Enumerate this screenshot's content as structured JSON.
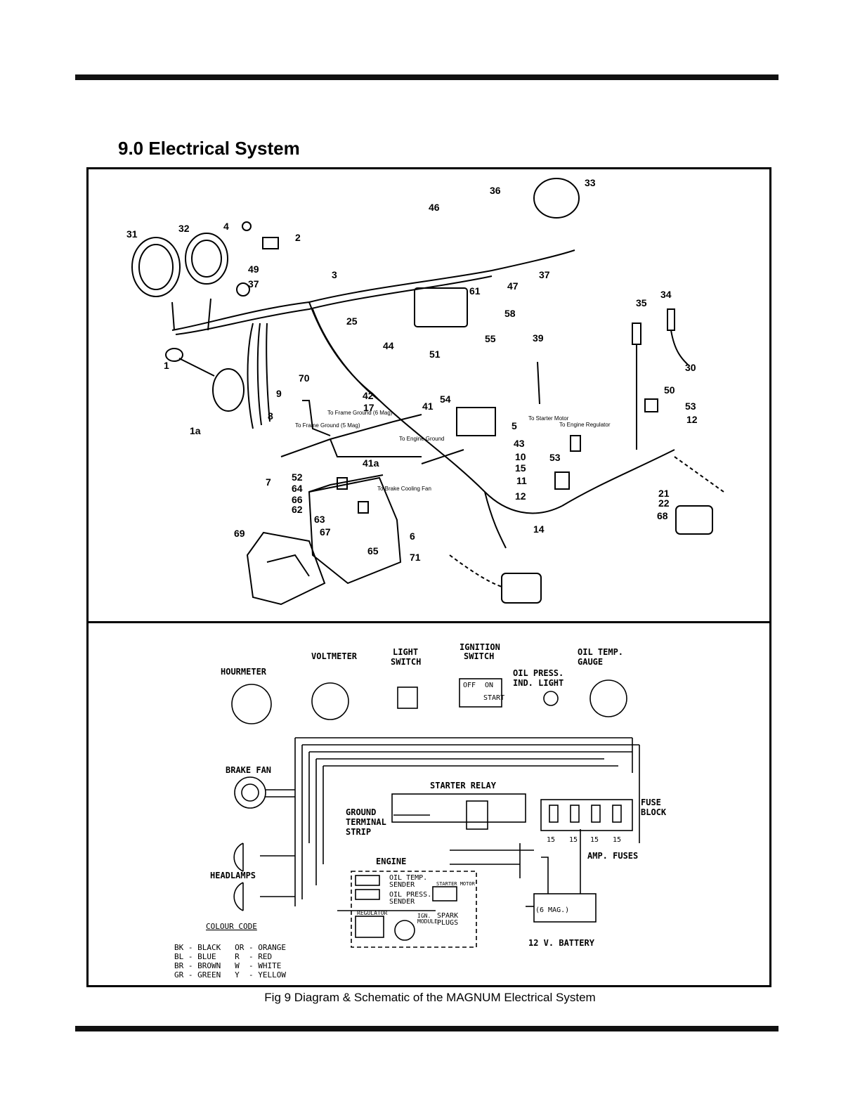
{
  "section_title": "9.0 Electrical System",
  "caption": "Fig 9 Diagram & Schematic of the MAGNUM Electrical System",
  "callouts": [
    "31",
    "32",
    "4",
    "2",
    "49",
    "37",
    "3",
    "46",
    "36",
    "33",
    "37",
    "47",
    "61",
    "58",
    "55",
    "25",
    "44",
    "51",
    "39",
    "35",
    "34",
    "30",
    "1",
    "1a",
    "70",
    "42",
    "17",
    "9",
    "8",
    "41",
    "54",
    "5",
    "43",
    "10",
    "15",
    "11",
    "53",
    "50",
    "53",
    "12",
    "7",
    "52",
    "64",
    "66",
    "62",
    "63",
    "67",
    "6",
    "65",
    "69",
    "71",
    "12",
    "14",
    "21",
    "22",
    "68",
    "41a"
  ],
  "diagram_notes": {
    "frame_ground": "To Frame Ground (5 Mag)",
    "frame_ground_6": "To Frame Ground (6 Mag)",
    "engine_ground": "To Engine Ground",
    "starter_motor": "To Starter Motor",
    "engine_regulator": "To Engine Regulator",
    "brake_fan": "To Brake Cooling Fan"
  },
  "schematic": {
    "hourmeter": "HOURMETER",
    "voltmeter": "VOLTMETER",
    "light_switch_1": "LIGHT",
    "light_switch_2": "SWITCH",
    "ignition_1": "IGNITION",
    "ignition_2": "SWITCH",
    "oil_temp_1": "OIL TEMP.",
    "oil_temp_2": "GAUGE",
    "oil_press_1": "OIL PRESS.",
    "oil_press_2": "IND. LIGHT",
    "brake_fan": "BRAKE FAN",
    "starter_relay": "STARTER RELAY",
    "ground_1": "GROUND",
    "ground_2": "TERMINAL",
    "ground_3": "STRIP",
    "fuse_1": "FUSE",
    "fuse_2": "BLOCK",
    "fuse_values": [
      "15",
      "15",
      "15",
      "15"
    ],
    "amp_fuses": "AMP. FUSES",
    "engine": "ENGINE",
    "headlamps": "HEADLAMPS",
    "oil_temp_sender_1": "OIL TEMP.",
    "oil_temp_sender_2": "SENDER",
    "oil_press_sender_1": "OIL PRESS.",
    "oil_press_sender_2": "SENDER",
    "starter_motor": "STARTER MOTOR",
    "regulator": "REGULATOR",
    "ign_module_1": "IGN.",
    "ign_module_2": "MODULE",
    "spark_1": "SPARK",
    "spark_2": "PLUGS",
    "battery": "12 V. BATTERY",
    "mag6": "(6 MAG.)",
    "off": "OFF",
    "on": "ON",
    "start": "START"
  },
  "colour_code": {
    "title": "COLOUR CODE",
    "rows": [
      "BK - BLACK   OR - ORANGE",
      "BL - BLUE    R  - RED",
      "BR - BROWN   W  - WHITE",
      "GR - GREEN   Y  - YELLOW"
    ]
  }
}
